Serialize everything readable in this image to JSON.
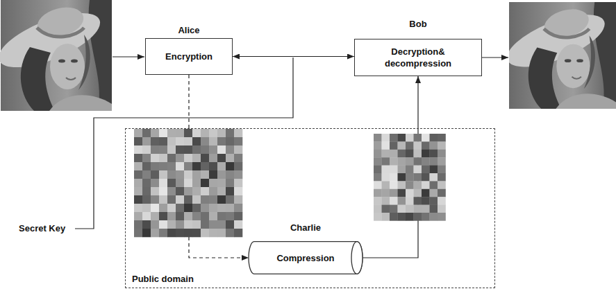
{
  "diagram": {
    "nodes": [
      {
        "text": [
          "Alice",
          "Encryption"
        ]
      },
      {
        "text": [
          "Bob",
          "Decryption& decompression"
        ]
      },
      {
        "text": [
          "Public domain"
        ]
      },
      {
        "text": [
          "Charlie",
          "Compression"
        ],
        "in": 2
      }
    ],
    "edges": [
      {
        "from": 0,
        "to": 1,
        "arrow": "both"
      },
      {
        "from": 0,
        "to": 3,
        "arrow": "to"
      },
      {
        "from": 3,
        "to": 1,
        "arrow": "to"
      }
    ],
    "labels": [
      "Secret Key"
    ]
  }
}
